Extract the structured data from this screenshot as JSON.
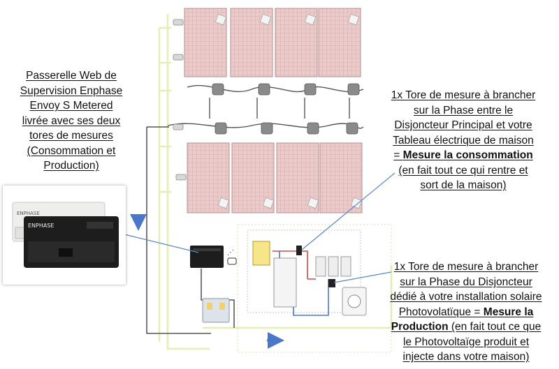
{
  "callouts": {
    "gateway": {
      "lines": [
        {
          "text": "Passerelle Web de"
        },
        {
          "text": "Supervision Enphase"
        },
        {
          "text": "Envoy S Metered"
        },
        {
          "text": "livrée avec ses deux"
        },
        {
          "text": "tores de mesures"
        },
        {
          "text": "(Consommation et"
        },
        {
          "text": "Production)"
        }
      ]
    },
    "consumption": {
      "lines": [
        {
          "text": "1x Tore de mesure à brancher"
        },
        {
          "text": "sur la Phase entre le"
        },
        {
          "text": "Disjoncteur Principal et votre"
        },
        {
          "text": "Tableau électrique de maison"
        },
        {
          "pre": "= ",
          "bold": "Mesure la consommation"
        },
        {
          "text": "(en fait tout ce qui rentre et"
        },
        {
          "text": "sort de la maison)"
        }
      ]
    },
    "production": {
      "lines": [
        {
          "text": "1x Tore de mesure à brancher"
        },
        {
          "text": "sur la Phase du Disjoncteur"
        },
        {
          "text": "dédié à votre installation solaire"
        },
        {
          "pre": "Photovolatïque = ",
          "bold": "Mesure la"
        },
        {
          "bold": "Production",
          "post": " (en fait tout ce que"
        },
        {
          "text": "le Photovoltaïge produit et"
        },
        {
          "text": "injecte dans votre maison)"
        }
      ]
    }
  },
  "device_photo": {
    "brand_back": "ENPHASE",
    "brand_front": "ENPHASE"
  },
  "colors": {
    "ac_wire": "#e4efb4",
    "dc_wire": "#f3c9a3",
    "arrow": "#4a78c8",
    "panel": "#ecc9c9",
    "panel_grid": "#c79a9a",
    "microinverter": "#7a7a7a",
    "cable": "#444444",
    "device_body": "#1d1d1d"
  }
}
